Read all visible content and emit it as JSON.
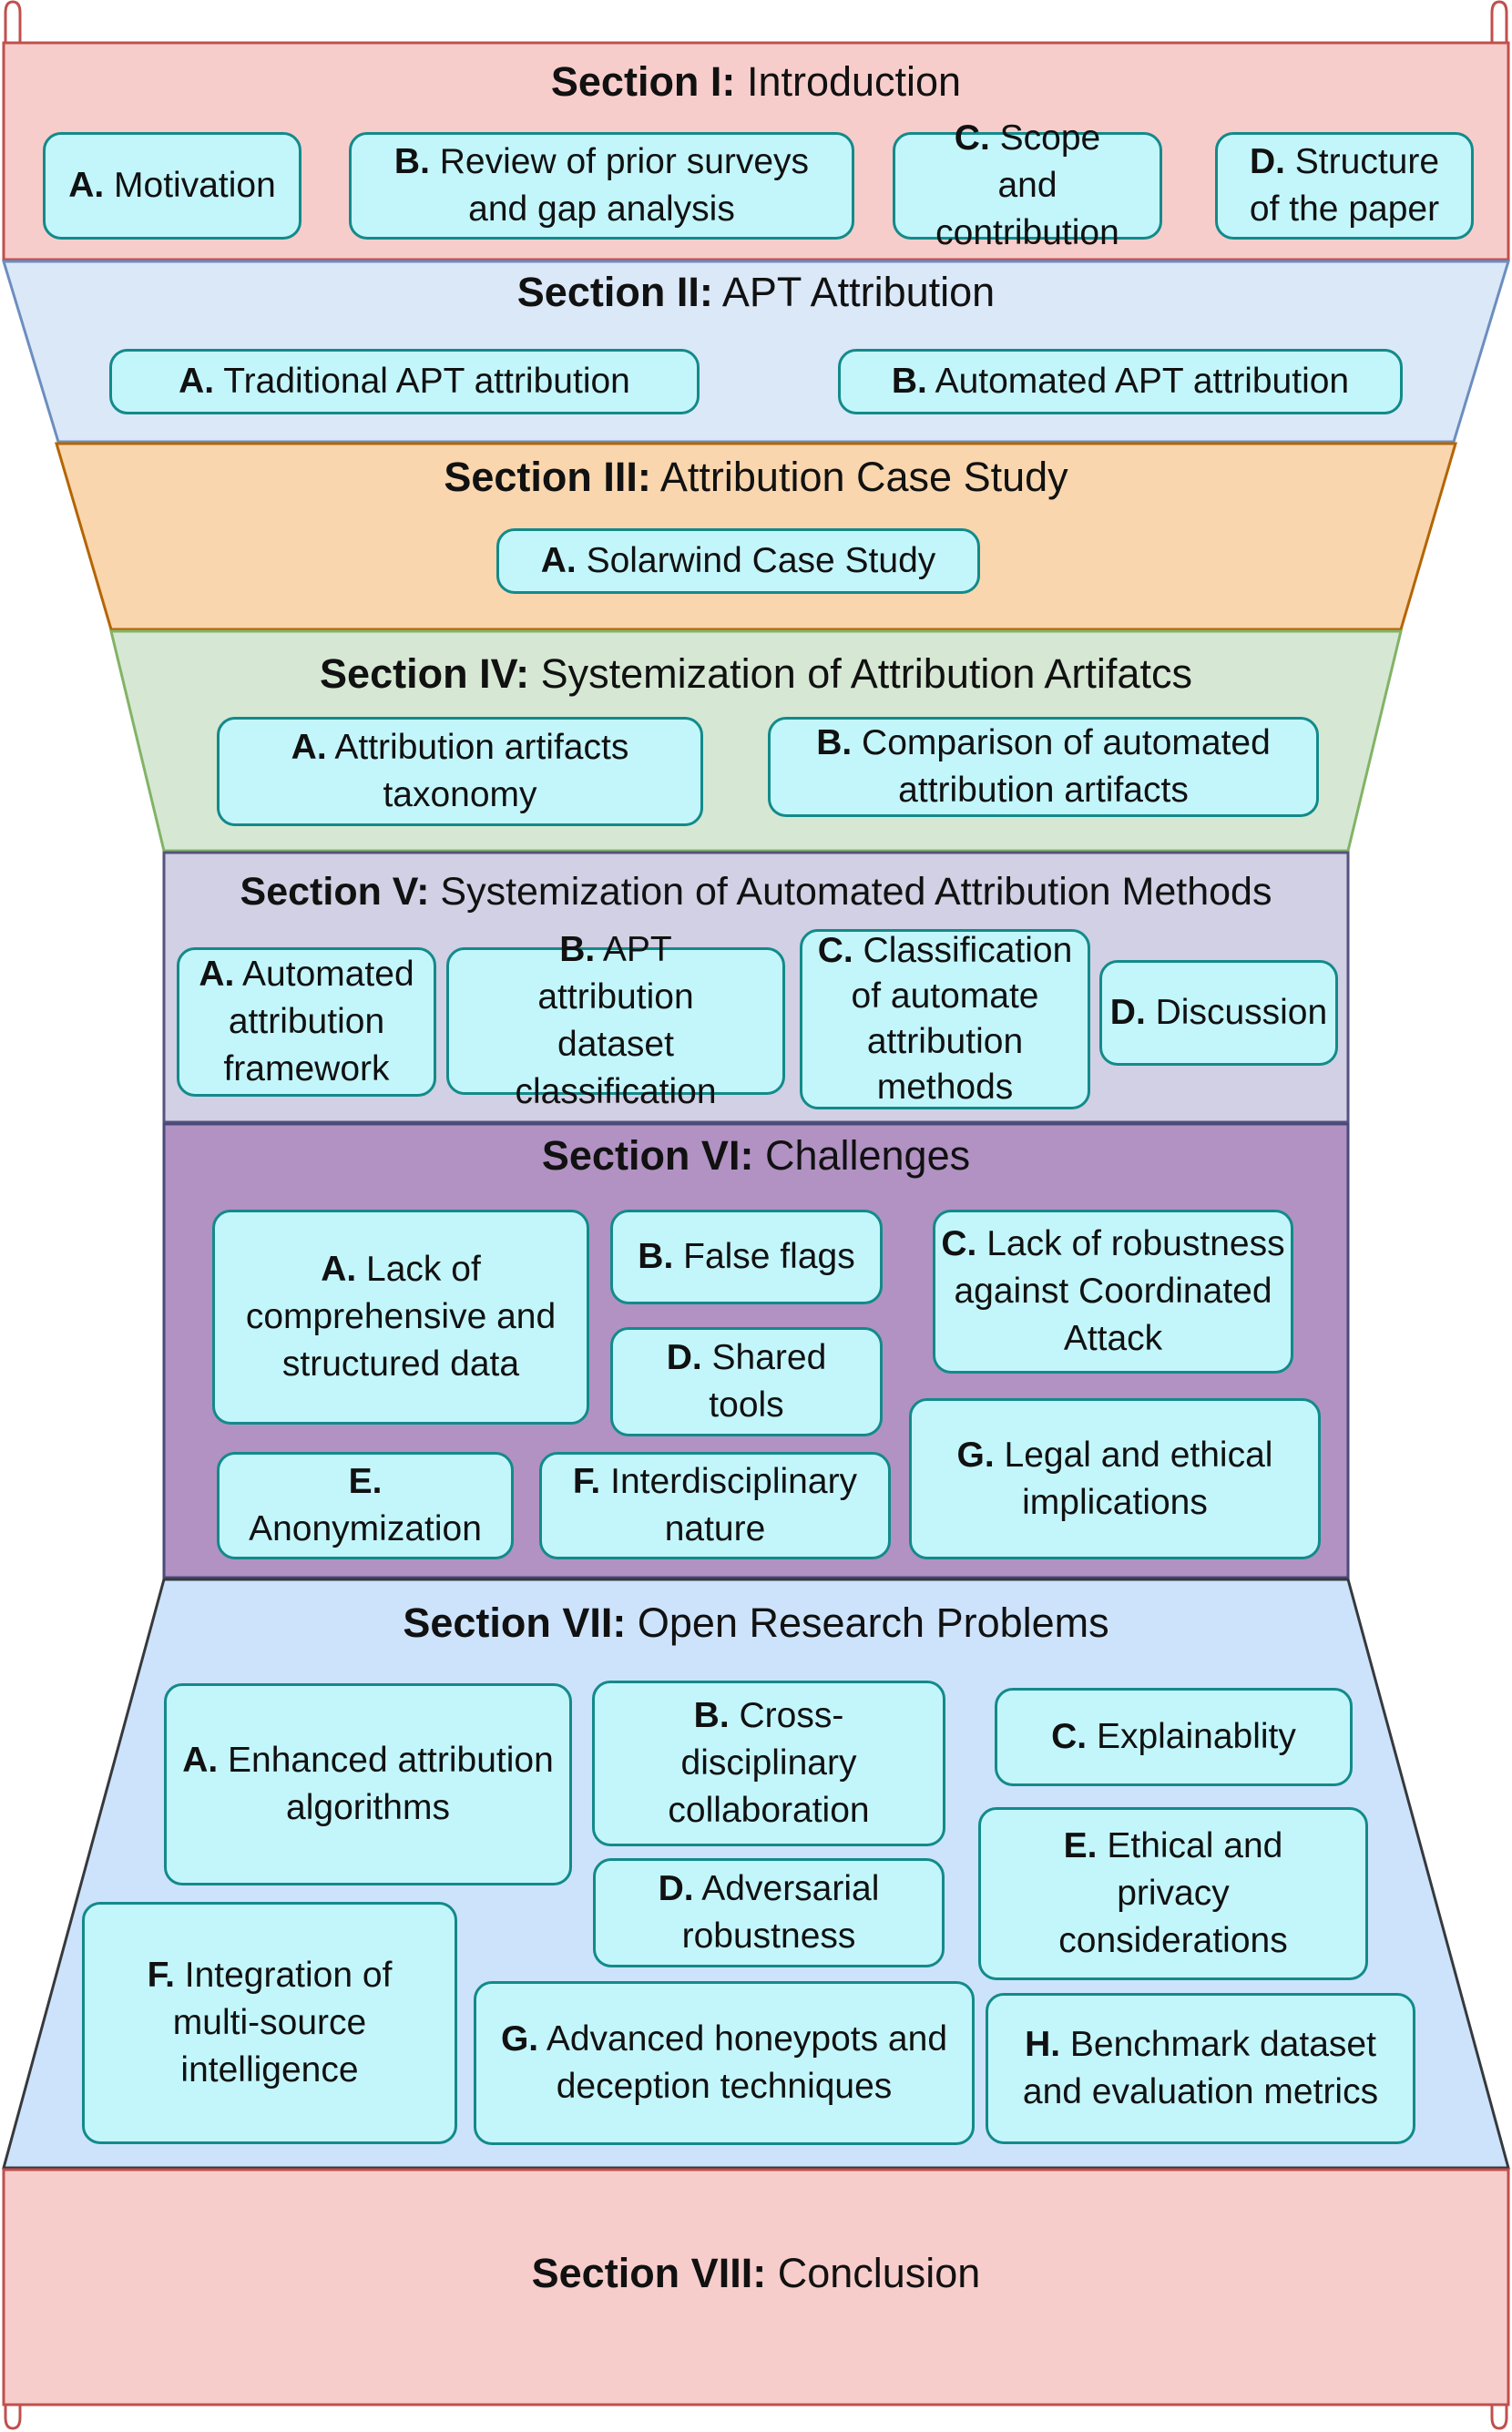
{
  "colors": {
    "box_fill": "#c3f6fb",
    "box_border": "#138a8a",
    "section_1": "#f7cdcb",
    "section_2": "#dbe8f8",
    "section_3": "#f9d6ae",
    "section_4": "#d6e8d4",
    "section_5": "#d1d0e4",
    "section_6": "#b192c3",
    "section_7": "#cde3fb",
    "section_8": "#f7cdcb"
  },
  "sections": [
    {
      "prefix": "Section I:",
      "title": "Introduction",
      "items": [
        {
          "letter": "A.",
          "text": "Motivation"
        },
        {
          "letter": "B.",
          "text": "Review of prior surveys and gap analysis"
        },
        {
          "letter": "C.",
          "text": "Scope and contribution"
        },
        {
          "letter": "D.",
          "text": "Structure of the paper"
        }
      ]
    },
    {
      "prefix": "Section II:",
      "title": "APT Attribution",
      "items": [
        {
          "letter": "A.",
          "text": "Traditional APT attribution"
        },
        {
          "letter": "B.",
          "text": "Automated APT attribution"
        }
      ]
    },
    {
      "prefix": "Section III:",
      "title": "Attribution Case Study",
      "items": [
        {
          "letter": "A.",
          "text": "Solarwind Case Study"
        }
      ]
    },
    {
      "prefix": "Section IV:",
      "title": "Systemization of Attribution Artifatcs",
      "items": [
        {
          "letter": "A.",
          "text": "Attribution artifacts taxonomy"
        },
        {
          "letter": "B.",
          "text": "Comparison of automated attribution artifacts"
        }
      ]
    },
    {
      "prefix": "Section V:",
      "title": "Systemization of Automated Attribution Methods",
      "items": [
        {
          "letter": "A.",
          "text": "Automated attribution framework"
        },
        {
          "letter": "B.",
          "text": "APT attribution dataset classification"
        },
        {
          "letter": "C.",
          "text": "Classification of automate attribution methods"
        },
        {
          "letter": "D.",
          "text": "Discussion"
        }
      ]
    },
    {
      "prefix": "Section VI:",
      "title": "Challenges",
      "items": [
        {
          "letter": "A.",
          "text": "Lack of comprehensive and structured data"
        },
        {
          "letter": "B.",
          "text": "False flags"
        },
        {
          "letter": "C.",
          "text": "Lack of robustness against Coordinated Attack"
        },
        {
          "letter": "D.",
          "text": "Shared tools"
        },
        {
          "letter": "E.",
          "text": "Anonymization"
        },
        {
          "letter": "F.",
          "text": "Interdisciplinary nature"
        },
        {
          "letter": "G.",
          "text": "Legal and ethical implications"
        }
      ]
    },
    {
      "prefix": "Section VII:",
      "title": "Open Research Problems",
      "items": [
        {
          "letter": "A.",
          "text": "Enhanced attribution algorithms"
        },
        {
          "letter": "B.",
          "text": "Cross-disciplinary collaboration"
        },
        {
          "letter": "C.",
          "text": "Explainablity"
        },
        {
          "letter": "D.",
          "text": "Adversarial robustness"
        },
        {
          "letter": "E.",
          "text": "Ethical and privacy considerations"
        },
        {
          "letter": "F.",
          "text": "Integration of multi-source intelligence"
        },
        {
          "letter": "G.",
          "text": "Advanced honeypots and deception techniques"
        },
        {
          "letter": "H.",
          "text": "Benchmark dataset and evaluation metrics"
        }
      ]
    },
    {
      "prefix": "Section VIII:",
      "title": "Conclusion",
      "items": []
    }
  ]
}
